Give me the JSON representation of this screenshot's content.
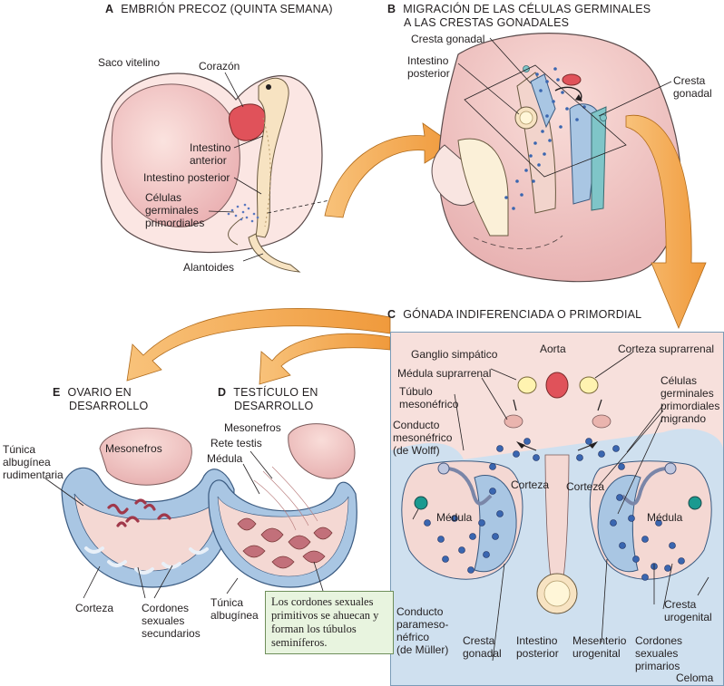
{
  "panels": {
    "a": {
      "letter": "A",
      "title": "EMBRIÓN PRECOZ (QUINTA SEMANA)"
    },
    "b": {
      "letter": "B",
      "title_line1": "MIGRACIÓN DE LAS CÉLULAS GERMINALES",
      "title_line2": "A LAS CRESTAS GONADALES"
    },
    "c": {
      "letter": "C",
      "title": "GÓNADA INDIFERENCIADA O PRIMORDIAL"
    },
    "d": {
      "letter": "D",
      "title_line1": "TESTÍCULO EN",
      "title_line2": "DESARROLLO"
    },
    "e": {
      "letter": "E",
      "title_line1": "OVARIO EN",
      "title_line2": "DESARROLLO"
    }
  },
  "labels_a": {
    "saco_vitelino": "Saco vitelino",
    "corazon": "Corazón",
    "intestino_anterior_1": "Intestino",
    "intestino_anterior_2": "anterior",
    "intestino_posterior": "Intestino posterior",
    "celulas_1": "Células",
    "celulas_2": "germinales",
    "celulas_3": "primordiales",
    "alantoides": "Alantoides"
  },
  "labels_b": {
    "cresta_gonadal_left": "Cresta gonadal",
    "intestino_1": "Intestino",
    "intestino_2": "posterior",
    "cresta_right_1": "Cresta",
    "cresta_right_2": "gonadal"
  },
  "labels_c": {
    "ganglio": "Ganglio simpático",
    "aorta": "Aorta",
    "corteza_suprarrenal": "Corteza suprarrenal",
    "medula_suprarrenal": "Médula suprarrenal",
    "tubulo_1": "Túbulo",
    "tubulo_2": "mesonéfrico",
    "celulas_1": "Células",
    "celulas_2": "germinales",
    "celulas_3": "primordiales",
    "celulas_4": "migrando",
    "conducto_meso_1": "Conducto",
    "conducto_meso_2": "mesonéfrico",
    "conducto_meso_3": "(de Wolff)",
    "corteza_left": "Corteza",
    "corteza_right": "Corteza",
    "medula_left": "Médula",
    "medula_right": "Médula",
    "parameso_1": "Conducto",
    "parameso_2": "parameso-",
    "parameso_3": "néfrico",
    "parameso_4": "(de Müller)",
    "cresta_gonadal_1": "Cresta",
    "cresta_gonadal_2": "gonadal",
    "intestino_1": "Intestino",
    "intestino_2": "posterior",
    "mesenterio_1": "Mesenterio",
    "mesenterio_2": "urogenital",
    "cordones_1": "Cordones",
    "cordones_2": "sexuales",
    "cordones_3": "primarios",
    "cresta_uro_1": "Cresta",
    "cresta_uro_2": "urogenital",
    "celoma": "Celoma"
  },
  "labels_d": {
    "mesonefros": "Mesonefros",
    "rete_testis": "Rete testis",
    "medula": "Médula",
    "tunica_1": "Túnica",
    "tunica_2": "albugínea",
    "note": "Los cordones sexuales primitivos se ahuecan y forman los túbulos seminíferos."
  },
  "labels_e": {
    "tunica_1": "Túnica",
    "tunica_2": "albugínea",
    "tunica_3": "rudimentaria",
    "mesonefros": "Mesonefros",
    "corteza": "Corteza",
    "cordones_1": "Cordones",
    "cordones_2": "sexuales",
    "cordones_3": "secundarios"
  },
  "colors": {
    "tissue_pink": "#f2c9c4",
    "tissue_light": "#f8e0dc",
    "heart_red": "#e0525a",
    "arrow_orange": "#f4a84a",
    "cortex_blue": "#a9c6e3",
    "cell_blue": "#3a66b0",
    "panel_c_bg": "#e3eef7",
    "note_green": "#e8f4df"
  }
}
